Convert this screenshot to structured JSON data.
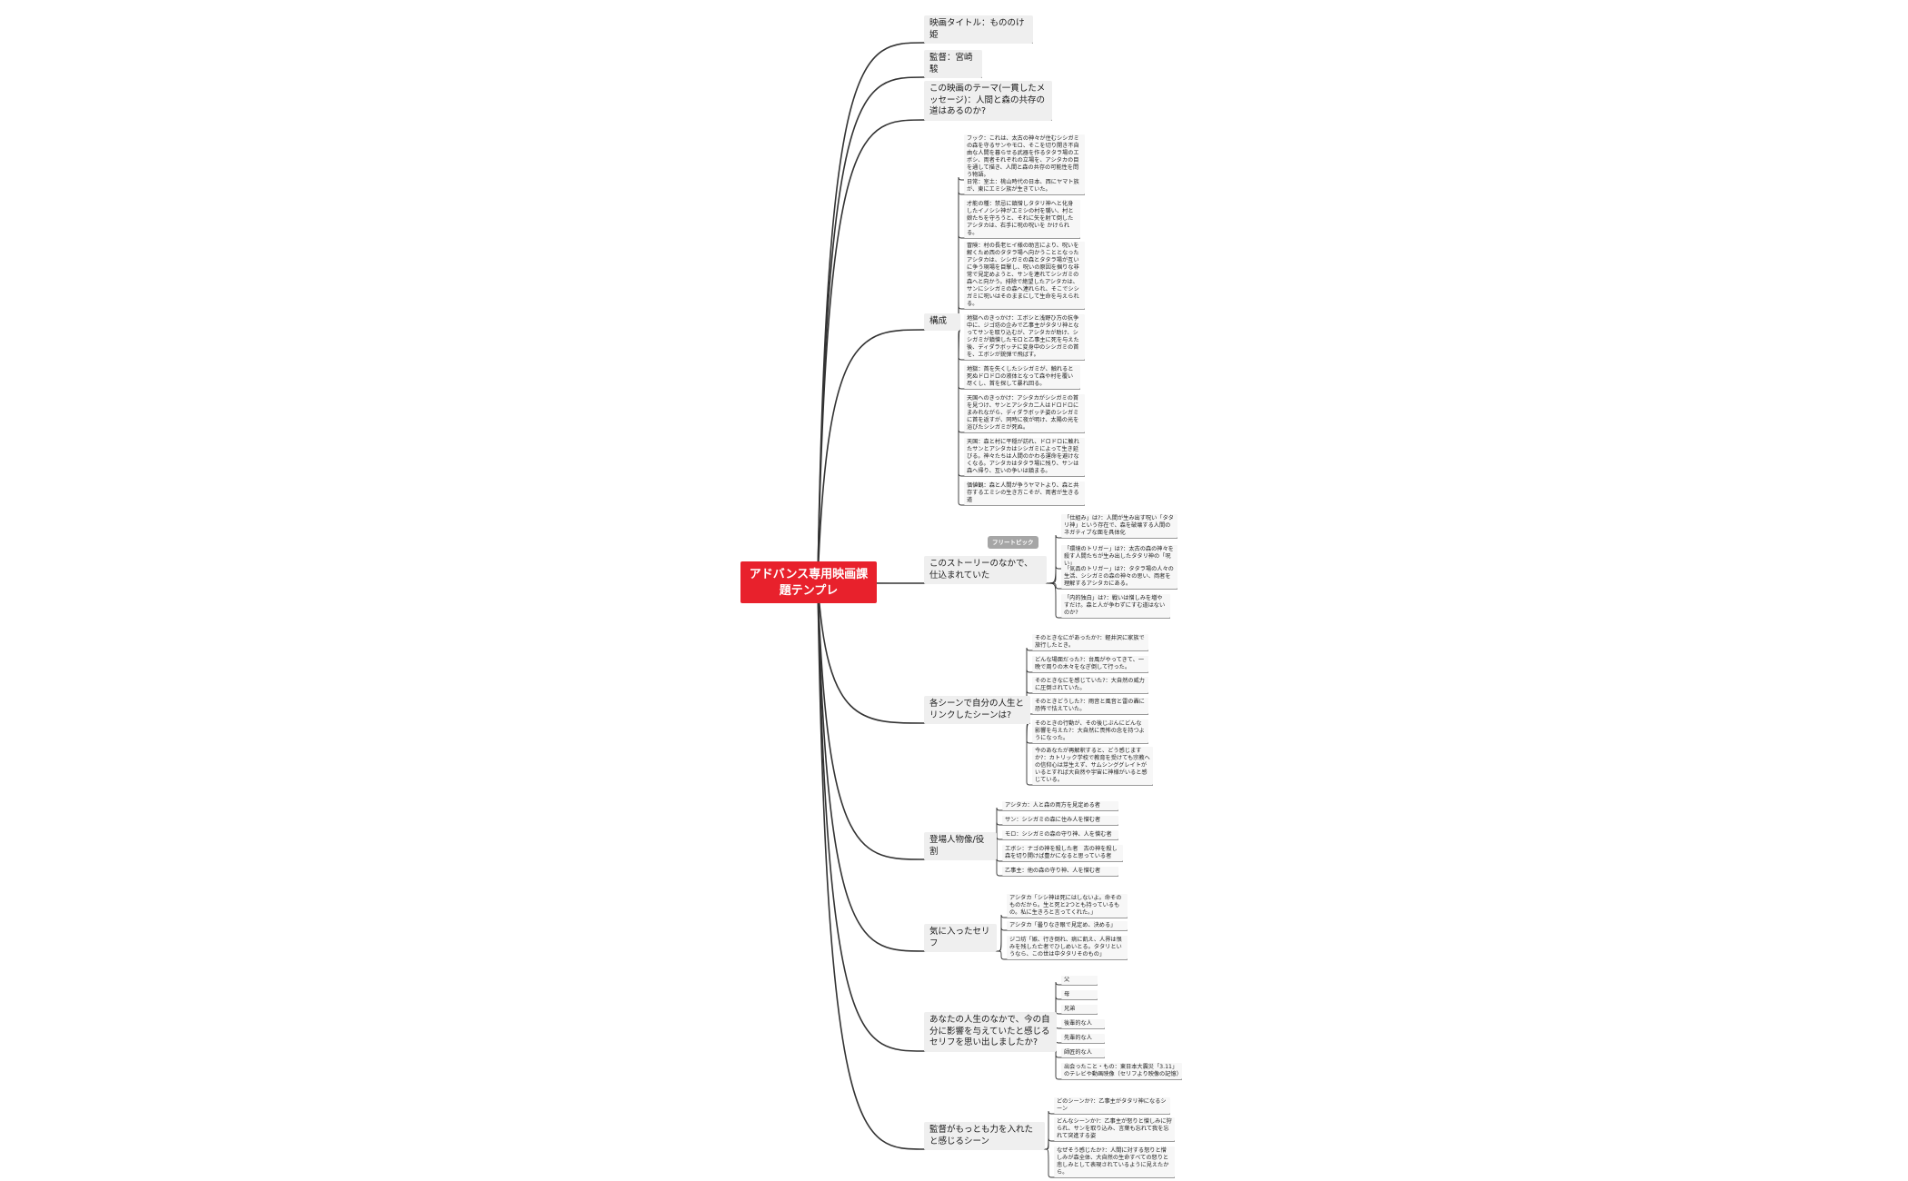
{
  "root": "アドバンス専用映画課題テンプレ",
  "tag": "フリートピック",
  "branches": {
    "title": "映画タイトル：もののけ姫",
    "director": "監督：宮崎駿",
    "theme": "この映画のテーマ(一貫したメッセージ)：人間と森の共存の道はあるのか?",
    "structure": "構成",
    "setup": "このストーリーのなかで、仕込まれていた",
    "scenes": "各シーンで自分の人生とリンクしたシーンは?",
    "characters": "登場人物像/役割",
    "quotes": "気に入ったセリフ",
    "influence": "あなたの人生のなかで、今の自分に影響を与えていたと感じるセリフを思い出しましたか?",
    "director_scene": "監督がもっとも力を入れたと感じるシーン"
  },
  "structure_items": [
    "フック：これは、太古の神々が住むシシガミの森を守るサンやモロ、そこを切り開き不自由な人間を暮らせる武器を作るタタラ場のエボシ、両者それぞれの立場を、アシタカの目を通して描き、人間と森の共存の可能性を問う物語。",
    "日常：室土：桃山時代の日本、西にヤマト族が、東にエミシ族が生きていた。",
    "才能の種：禁忌に鎮憎しタタリ神へと化身したイノシシ神がエミシの村を襲い、村と娘たちを守ろうと、それに矢を射て倒したアシタカは、右手に呪の呪いを かけられる。",
    "冒険：村の長老ヒイ様の助言により、呪いを解くため西のタタラ場へ向かうこととなったアシタカは、シシガミの森とタタラ場が互いに争う現場を目撃し、呪いの原因を掴りな非常で見定めようと、サンを連れてシシガミの森へと向かう。排除で絶望したアシタカは、サンにシシガミの森へ連れられ、そこでシシガミに呪いはそのままにして生命を与えられる。",
    "地獄へのきっかけ：エボシと浅野ひ方の抗争中に、ジゴ坊の企みで乙事主がタタリ神となってサンを取り込むが、アシタカが助け、シシガミが鎮憎したモロと乙事主に死を与えた後、ディダラボッチに変身中のシシガミの首を、エボシが銃弾で飛ばす。",
    "地獄：首を失くしたシシガミが、触れると死ぬドロドロの液体となって森や村を覆い尽くし、首を探して暴れ回る。",
    "天国へのきっかけ：アシタカがシシガミの首を見つけ、サンとアシタカ二人はドロドロにまみれながら、ディダラボッチ姿のシシガミに首を返すが、同時に夜が明け、太陽の光を浴びたシシガミが死ぬ。",
    "天国：森と村に平穏が訪れ、ドロドロに触れたサンとアシタカはシシガミによって生き延びる。神々たちは人間のかわる運命を避けなくなる。アシタカはタタラ場に残り、サンは森へ帰り、互いの争いは鎮まる。",
    "価値観：森と人間が争うヤマトより、森と共存するエミシの生き方こそが、両者が生きる道"
  ],
  "setup_items": [
    "「仕組み」は?：人間が生み出す呪い「タタリ神」という存在で、森を破壊する人間のネガティブな面を具体化",
    "「環境のトリガー」は?：太古の森の神々を殺す人間たちが生み出したタタリ神の「呪い」",
    "「気品のトリガー」は?：タタラ場の人々の生活、シシガミの森の神々の思い、両者を理解するアシタカにある。",
    "「内的独白」は?：戦いは憎しみを増やすだけ。森と人が争わずにすむ道はないのか?"
  ],
  "scene_items": [
    "そのときなにがあったか?：軽井沢に家族で旅行したとき。",
    "どんな場面だった?：台風がやってきて、一晩で周りの木々をなぎ倒して行った。",
    "そのときなにを感じていた?：大自然の威力に圧倒されていた。",
    "そのときどうした?：雨音と風音と雷の轟に恐怖で怯えていた。",
    "そのときの行動が、その後じぶんにどんな影響を与えた?：大自然に畏怖の念を持つようになった。",
    "今のあなたが再解釈すると、どう感じますか?：カトリック学校で教育を受けても宗教への信仰心は芽生えず、サムシンググレイトがいるとすれば大自然や宇宙に神様がいると感じている。"
  ],
  "character_items": [
    "アシタカ：人と森の両方を見定める者",
    "サン：シシガミの森に住み人を憎む者",
    "モロ：シシガミの森の守り神、人を憎む者",
    "エボシ：ナゴの神を殺した者　古の神を殺し森を切り開けば豊かになると思っている者",
    "乙事主：他の森の守り神、人を憎む者"
  ],
  "quote_items": [
    "アシタカ「シシ神は死にはしないよ。命そのものだから。生と死と2つとも持っているもの。私に生きろと言ってくれた。」",
    "アシタカ「曇りなき眼で見定め、決める」",
    "ジコ坊「嫉、行き倒れ、病に飢え、人界は恨みを残した亡者でひしめいとる。タタリというなら、この世は中タタリそのもの」"
  ],
  "influence_items": [
    "父",
    "母",
    "兄弟",
    "後輩的な人",
    "先輩的な人",
    "師匠的な人",
    "出会ったこと・もの：東日本大震災「3.11」のテレビや動画映像（セリフより映像の記憶）"
  ],
  "director_items": [
    "どのシーンか?：乙事主がタタリ神になるシーン",
    "どんなシーンか?：乙事主が怒りと憎しみに狩られ、サンを取り込み、言葉も忘れて我を忘れて突進する姿",
    "なぜそう感じたか?：人間に対する怒りと憎しみが森全体、大自然の生命すべての怒りと悲しみとして表現されているように見えたから。"
  ]
}
